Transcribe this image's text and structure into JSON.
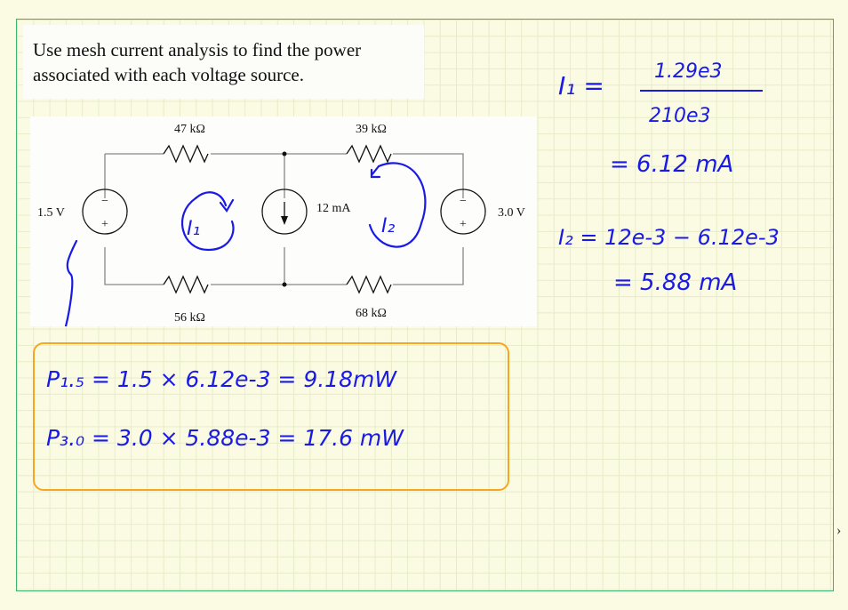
{
  "problem": {
    "line1": "Use mesh current analysis to find the power",
    "line2": "associated with each voltage source."
  },
  "circuit": {
    "r_top_left": "47 kΩ",
    "r_top_right": "39 kΩ",
    "r_bottom_left": "56 kΩ",
    "r_bottom_right": "68 kΩ",
    "v_left": "1.5 V",
    "v_right": "3.0 V",
    "i_source": "12 mA",
    "minus": "−",
    "plus": "+",
    "mesh1": "I₁",
    "mesh2": "I₂"
  },
  "notes": {
    "i1_lhs": "I₁ =",
    "i1_num": "1.29e3",
    "i1_den": "210e3",
    "i1_result": "= 6.12 mA",
    "i2_eq": "I₂ = 12e-3 − 6.12e-3",
    "i2_result": "= 5.88 mA"
  },
  "power": {
    "p1": "P₁.₅ = 1.5 × 6.12e-3  =  9.18mW",
    "p2": "P₃.₀ = 3.0 × 5.88e-3 = 17.6 mW"
  },
  "nav": {
    "next": "›"
  },
  "colors": {
    "ink_blue": "#1a1ae6",
    "highlight_orange": "#f5a623",
    "border_green": "#3cb371"
  }
}
